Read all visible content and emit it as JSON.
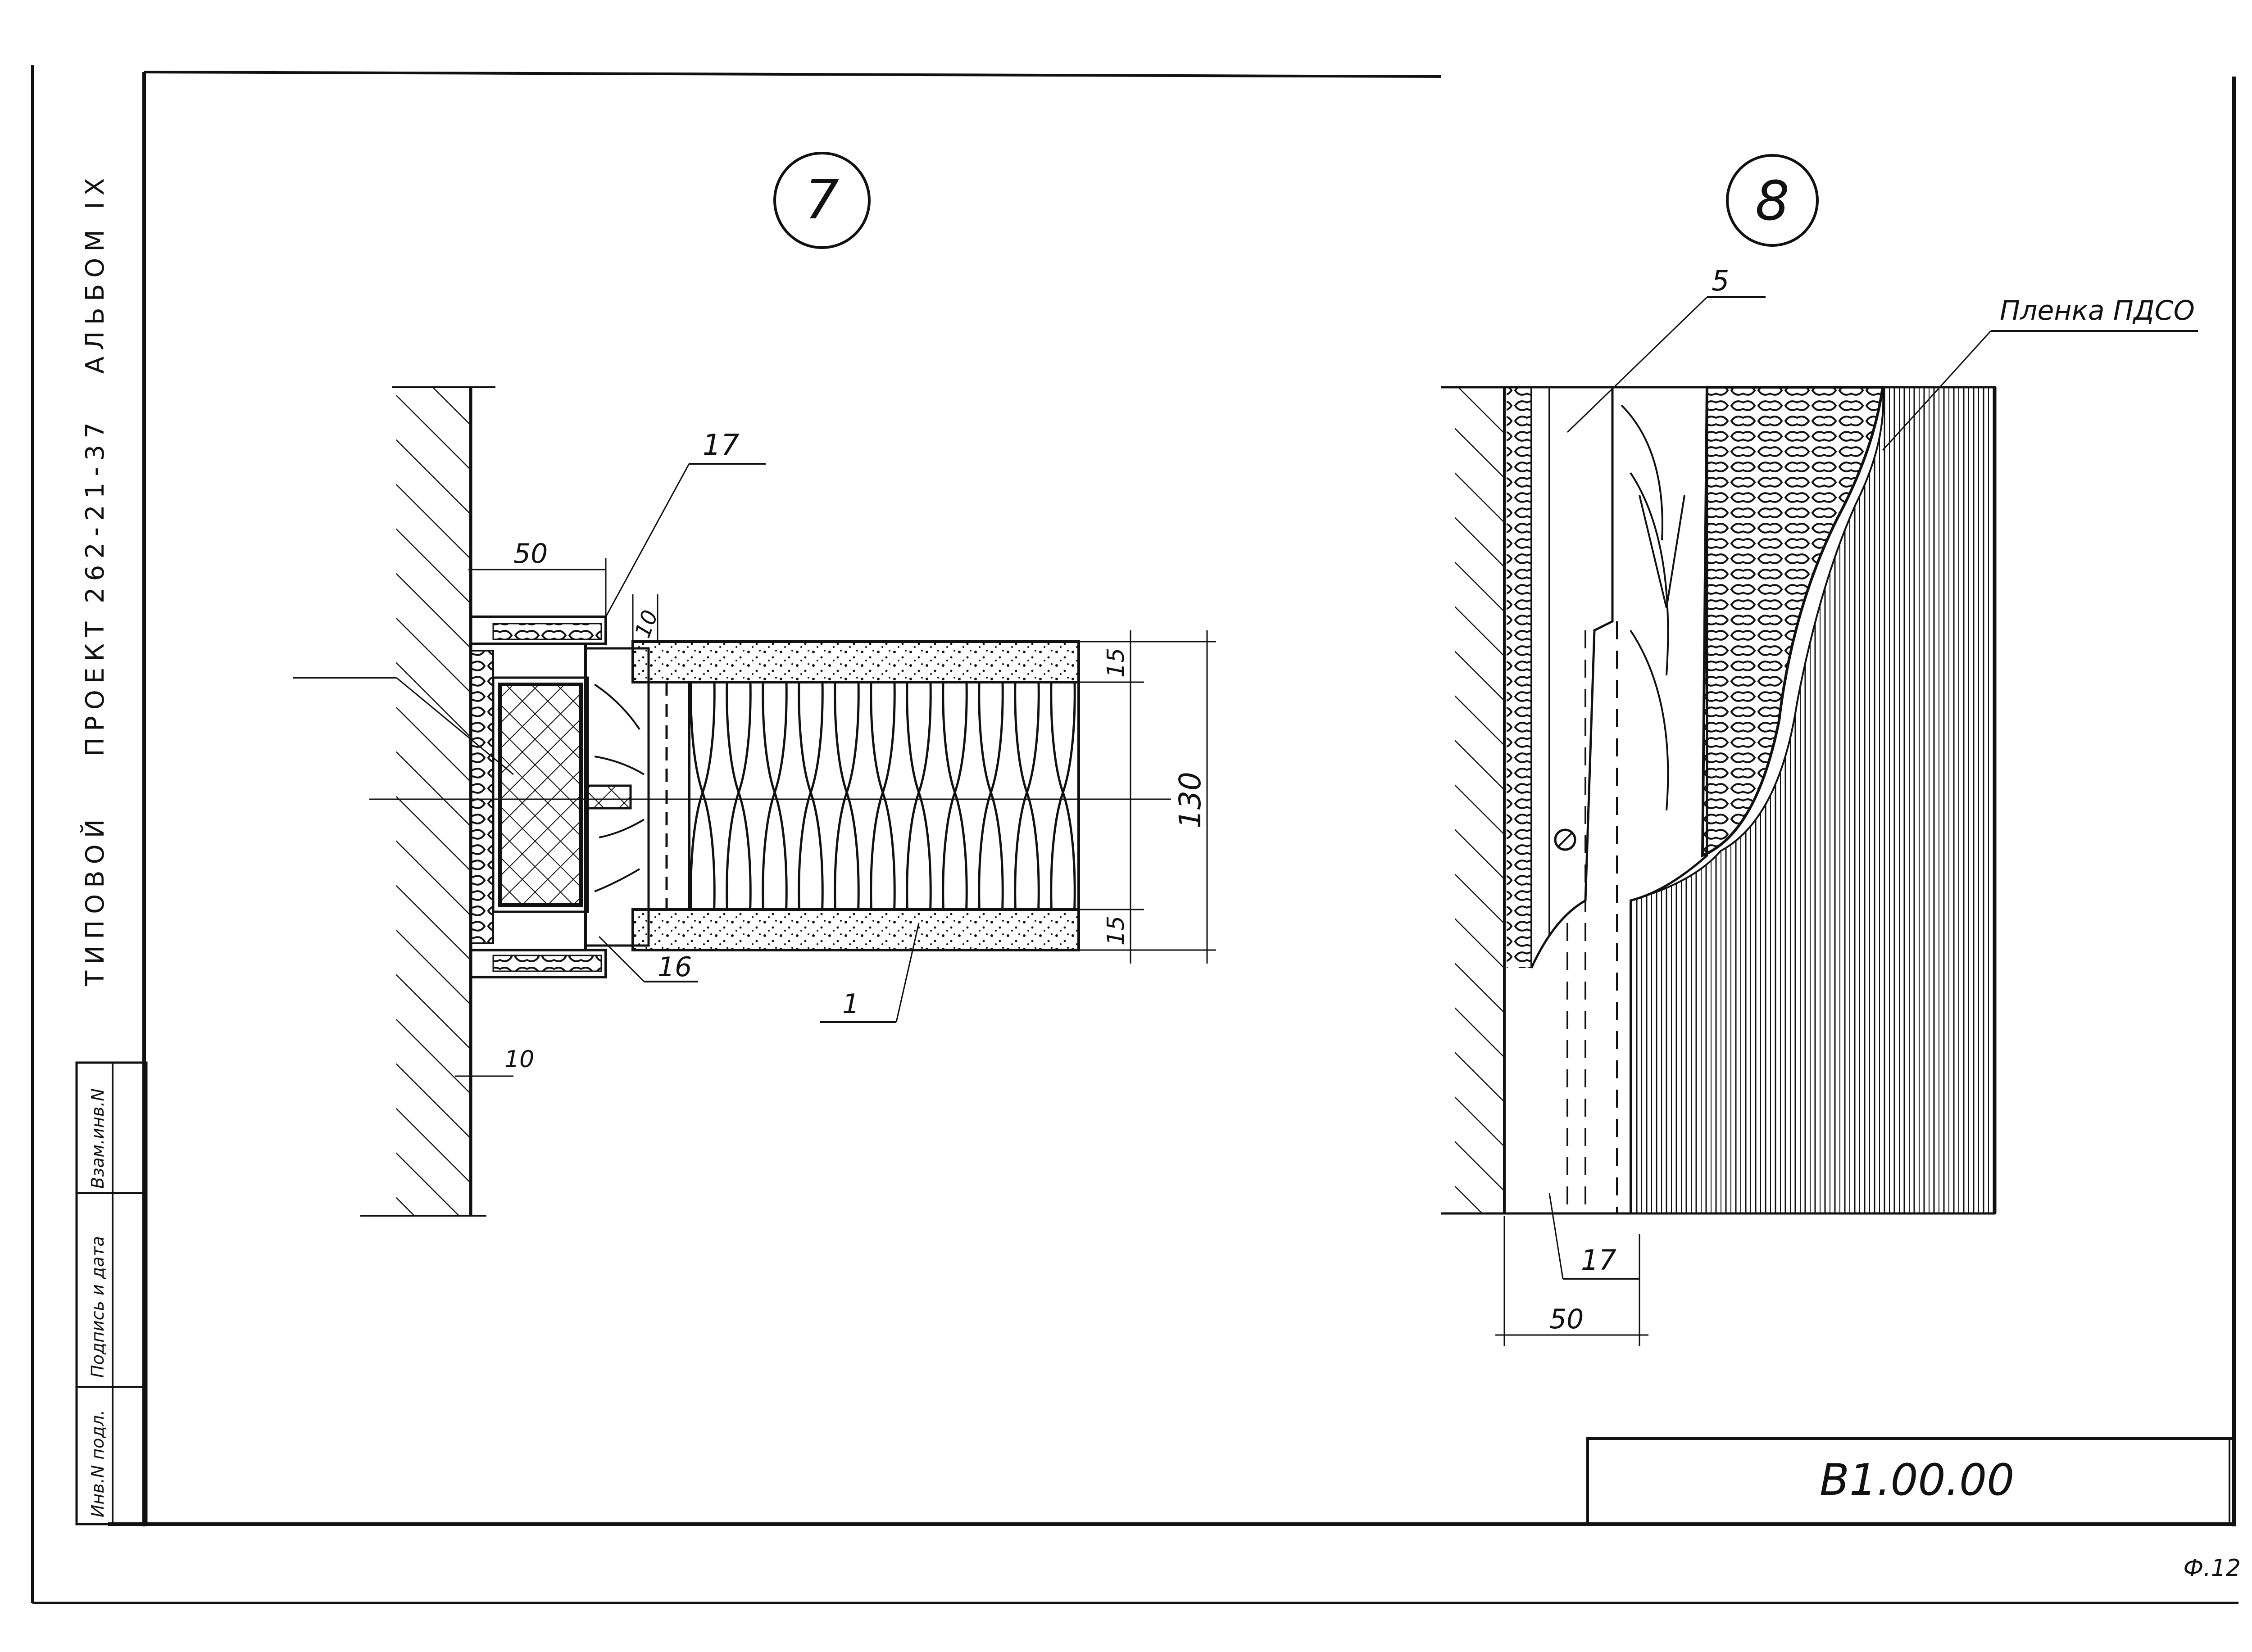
{
  "side_text": {
    "a": "ТИПОВОЙ",
    "b": "ПРОЕКТ",
    "c": "262-21-37",
    "d": "АЛЬБОМ IX"
  },
  "stamp_cells": {
    "inv_podl": "Инв.N подл.",
    "podpis": "Подпись и дата",
    "vzam": "Взам.инв.N"
  },
  "detail7": {
    "marker": "7",
    "callout_17": "17",
    "callout_16": "16",
    "callout_1": "1",
    "dim_50": "50",
    "dim_10_top": "10",
    "dim_10_bottom": "10",
    "dim_15_top": "15",
    "dim_15_bottom": "15",
    "dim_130": "130"
  },
  "detail8": {
    "marker": "8",
    "callout_5": "5",
    "callout_film": "Пленка ПДСО",
    "callout_17": "17",
    "dim_50": "50"
  },
  "title_block": {
    "code": "В1.00.00"
  },
  "sheet_number": "Ф.12"
}
